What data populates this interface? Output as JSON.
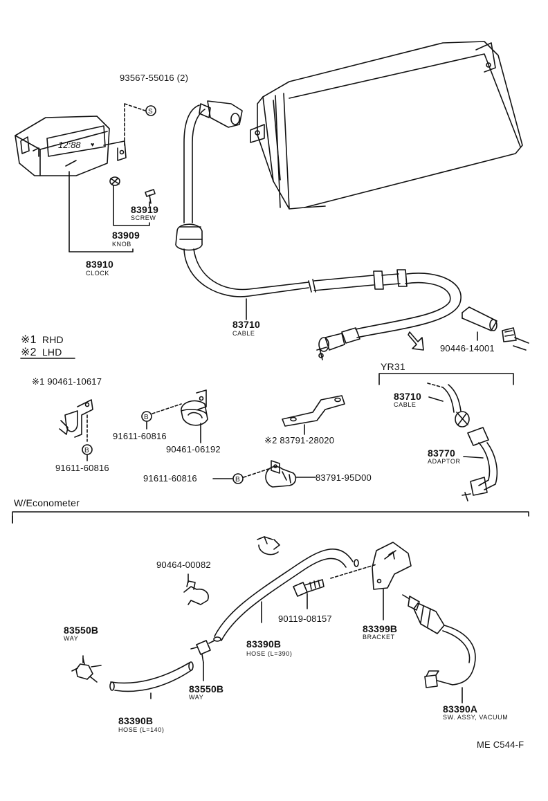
{
  "legend": {
    "rhd_mark": "※1",
    "rhd_label": "RHD",
    "lhd_mark": "※2",
    "lhd_label": "LHD"
  },
  "clock_group": {
    "screw_part": "93567-55016",
    "screw_qty": "(2)",
    "screw_symbol": "S",
    "display_text": "12:88",
    "screw2_num": "83919",
    "screw2_name": "SCREW",
    "knob_num": "83909",
    "knob_name": "KNOB",
    "clock_num": "83910",
    "clock_name": "CLOCK"
  },
  "cable_group": {
    "cable_num": "83710",
    "cable_name": "CABLE",
    "sleeve_part": "90446-14001"
  },
  "yr31": {
    "title": "YR31",
    "cable_num": "83710",
    "cable_name": "CABLE",
    "adaptor_num": "83770",
    "adaptor_name": "ADAPTOR"
  },
  "clamps": {
    "clamp1_part": "※1 90461-10617",
    "bolt_symbol": "B",
    "bolt1_part": "91611-60816",
    "bolt2_part": "91611-60816",
    "clamp2_part": "90461-06192",
    "bracket_part": "※2 83791-28020",
    "bolt3_part": "91611-60816",
    "clamp3_part": "83791-95D00"
  },
  "econometer": {
    "title": "W/Econometer",
    "clip_part": "90464-00082",
    "bolt_part": "90119-08157",
    "bracket_num": "83399B",
    "bracket_name": "BRACKET",
    "way1_num": "83550B",
    "way1_name": "WAY",
    "hose1_num": "83390B",
    "hose1_name": "HOSE (L=390)",
    "way2_num": "83550B",
    "way2_name": "WAY",
    "hose2_num": "83390B",
    "hose2_name": "HOSE (L=140)",
    "switch_num": "83390A",
    "switch_name": "SW. ASSY, VACUUM"
  },
  "footer": {
    "code": "ME C544-F"
  }
}
